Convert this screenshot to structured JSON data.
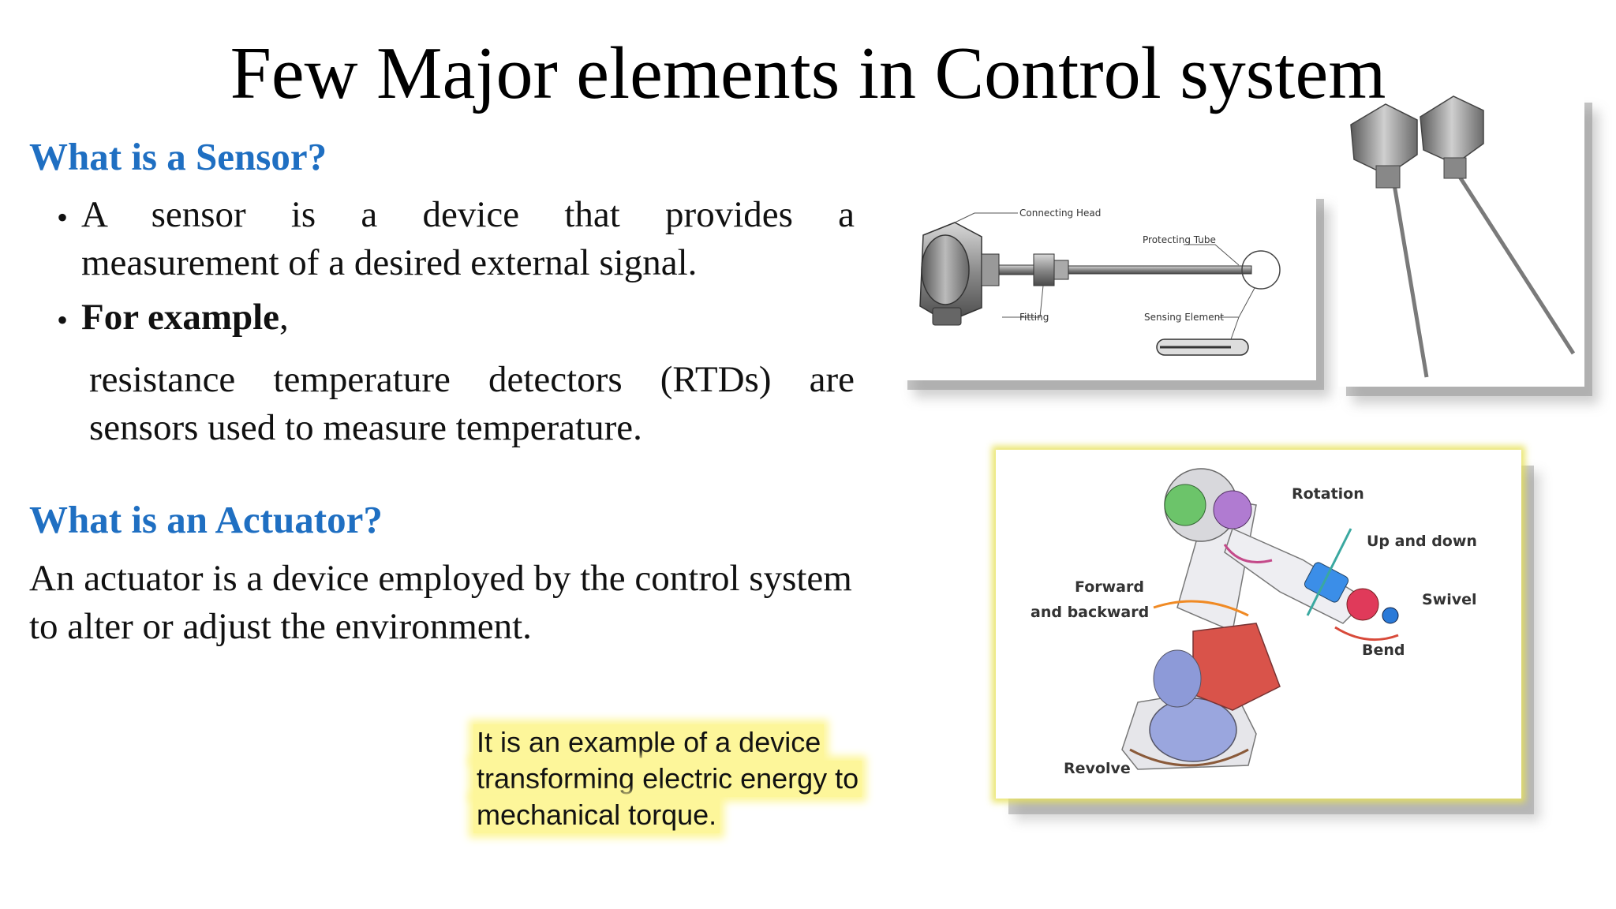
{
  "slide": {
    "title": "Few Major elements in Control system"
  },
  "sensor": {
    "heading": "What is a Sensor?",
    "bullet_1_line_1": "A sensor is a device that provides a",
    "bullet_1_line_2": "measurement of a desired external signal.",
    "example_bold": "For example",
    "example_comma": ",",
    "example_line_1": "resistance temperature detectors (RTDs) are",
    "example_line_2": "sensors used to measure temperature."
  },
  "actuator": {
    "heading": "What is an Actuator?",
    "line_1": "An actuator is a device employed by the control system",
    "line_2": "to alter or adjust the environment."
  },
  "rtd_diagram": {
    "connecting_head": "Connecting Head",
    "protecting_tube": "Protecting Tube",
    "fitting": "Fitting",
    "sensing_element": "Sensing Element"
  },
  "robot_diagram": {
    "rotation": "Rotation",
    "up_and_down": "Up and down",
    "forward": "Forward",
    "and_backward": "and backward",
    "swivel": "Swivel",
    "bend": "Bend",
    "revolve": "Revolve"
  },
  "callout": {
    "line_1": "It is an example of a device",
    "line_2": "transforming electric energy to",
    "line_3": "mechanical torque."
  },
  "colors": {
    "heading_blue": "#1f6fc2",
    "highlight_yellow": "#fdf69a"
  }
}
